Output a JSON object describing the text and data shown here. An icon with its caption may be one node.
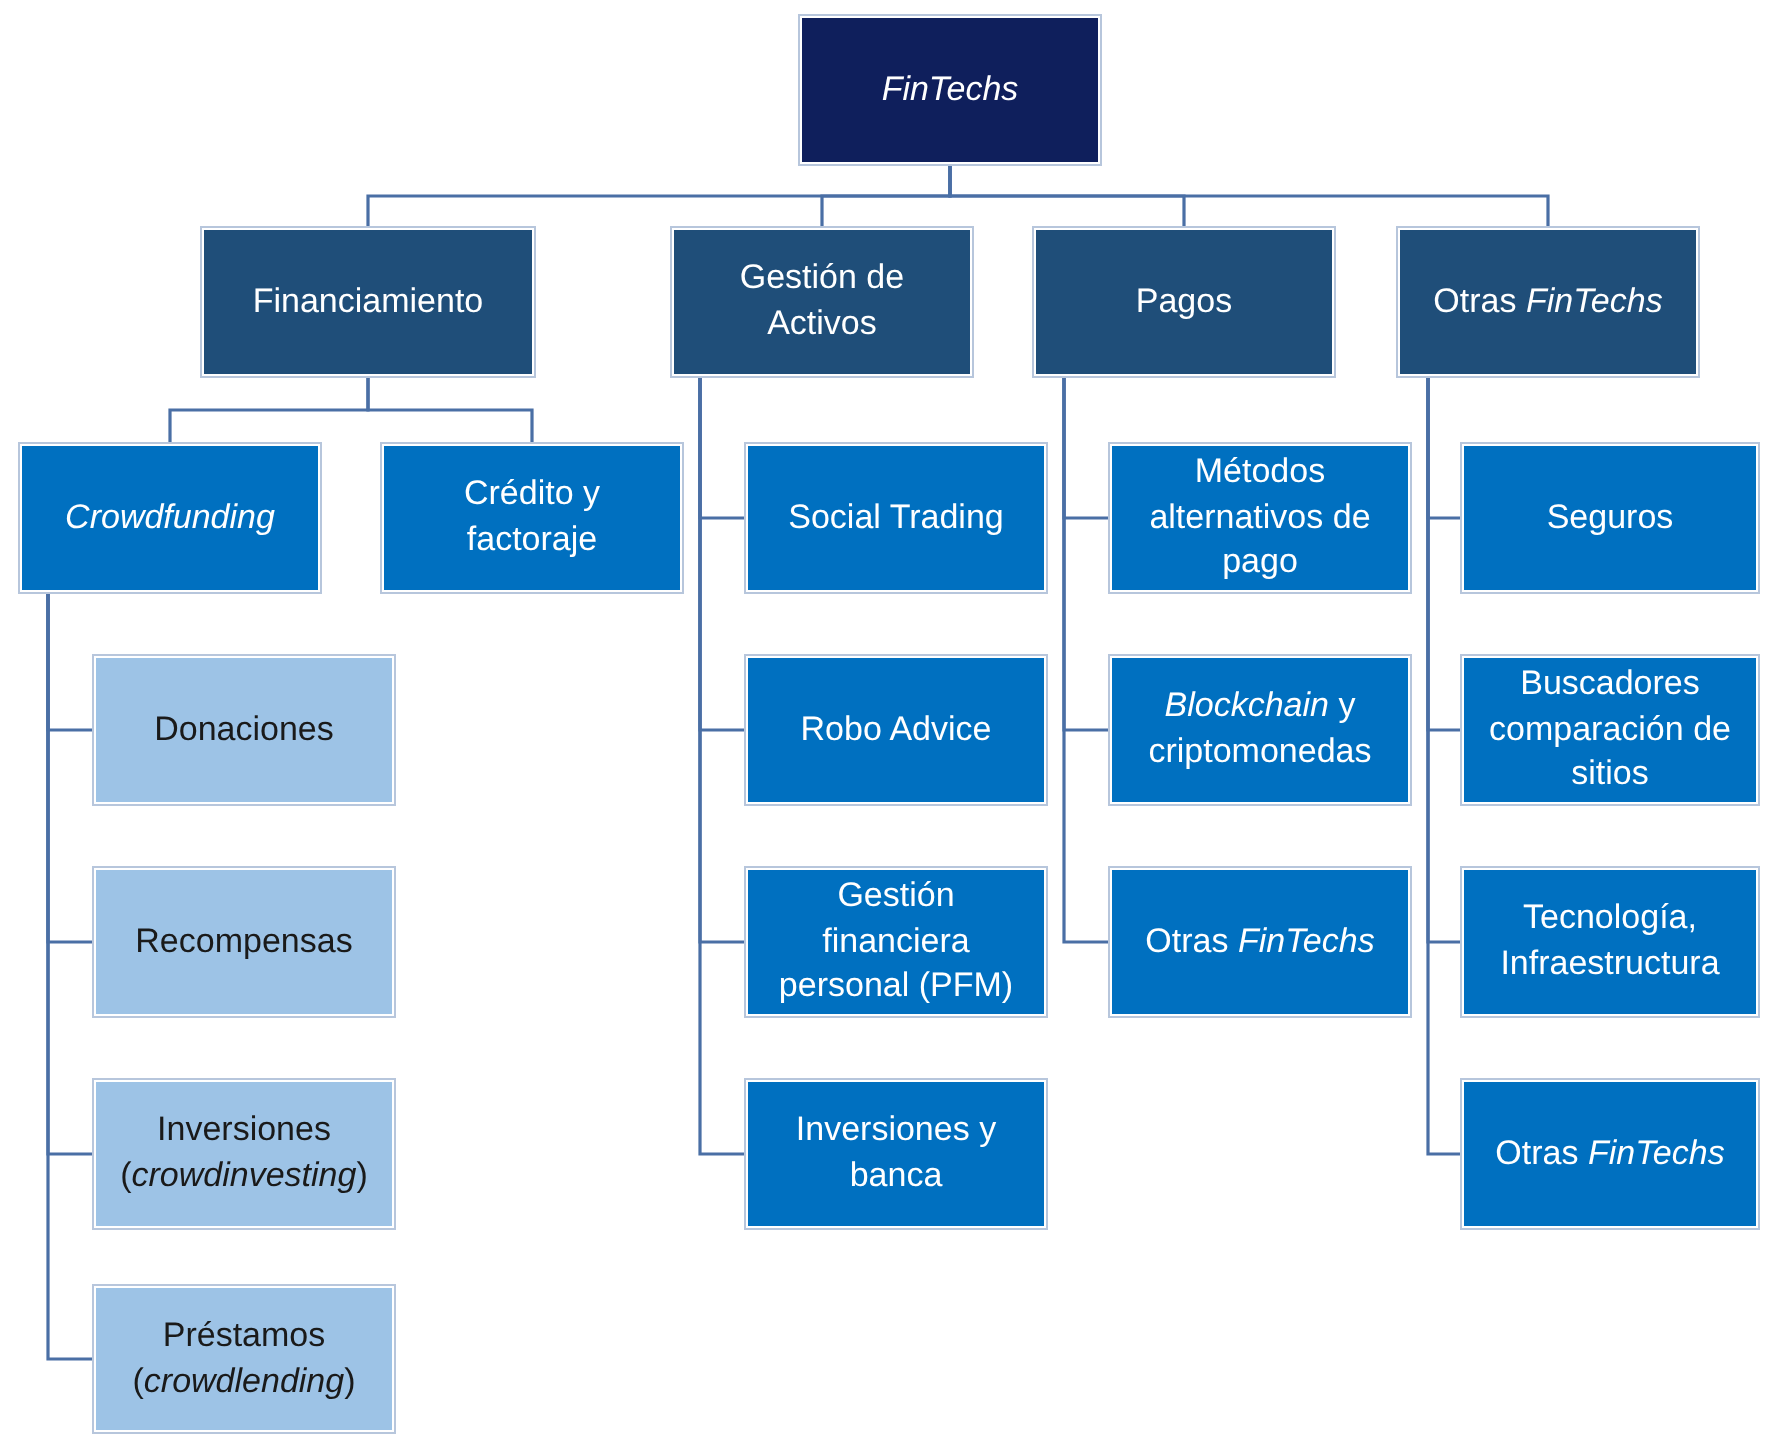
{
  "diagram": {
    "nodes": [
      {
        "text": [
          "FinTechs"
        ]
      },
      {
        "text": [
          "Financiamiento"
        ]
      },
      {
        "text": [
          "Gestión de Activos"
        ]
      },
      {
        "text": [
          "Pagos"
        ]
      },
      {
        "text": [
          "Otras *FinTechs*"
        ]
      },
      {
        "text": [
          "Crowdfunding"
        ]
      },
      {
        "text": [
          "Crédito y factoraje"
        ]
      },
      {
        "text": [
          "Social Trading"
        ]
      },
      {
        "text": [
          "Robo Advice"
        ]
      },
      {
        "text": [
          "Gestión financiera personal (PFM)"
        ]
      },
      {
        "text": [
          "Inversiones y banca"
        ]
      },
      {
        "text": [
          "Métodos alternativos de pago"
        ]
      },
      {
        "text": [
          "*Blockchain* y criptomonedas"
        ]
      },
      {
        "text": [
          "Otras *FinTechs*"
        ]
      },
      {
        "text": [
          "Seguros"
        ]
      },
      {
        "text": [
          "Buscadores comparación de sitios"
        ]
      },
      {
        "text": [
          "Tecnología, Infraestructura"
        ]
      },
      {
        "text": [
          "Otras *FinTechs*"
        ]
      },
      {
        "text": [
          "Donaciones"
        ]
      },
      {
        "text": [
          "Recompensas"
        ]
      },
      {
        "text": [
          "Inversiones (*crowdinvesting*)"
        ]
      },
      {
        "text": [
          "Préstamos (*crowdlending*)"
        ]
      }
    ],
    "edges": [
      {
        "from": 0,
        "to": 1,
        "arrow": "none"
      },
      {
        "from": 0,
        "to": 2,
        "arrow": "none"
      },
      {
        "from": 0,
        "to": 3,
        "arrow": "none"
      },
      {
        "from": 0,
        "to": 4,
        "arrow": "none"
      },
      {
        "from": 1,
        "to": 5,
        "arrow": "none"
      },
      {
        "from": 1,
        "to": 6,
        "arrow": "none"
      },
      {
        "from": 2,
        "to": 7,
        "arrow": "none"
      },
      {
        "from": 2,
        "to": 8,
        "arrow": "none"
      },
      {
        "from": 2,
        "to": 9,
        "arrow": "none"
      },
      {
        "from": 2,
        "to": 10,
        "arrow": "none"
      },
      {
        "from": 3,
        "to": 11,
        "arrow": "none"
      },
      {
        "from": 3,
        "to": 12,
        "arrow": "none"
      },
      {
        "from": 3,
        "to": 13,
        "arrow": "none"
      },
      {
        "from": 4,
        "to": 14,
        "arrow": "none"
      },
      {
        "from": 4,
        "to": 15,
        "arrow": "none"
      },
      {
        "from": 4,
        "to": 16,
        "arrow": "none"
      },
      {
        "from": 4,
        "to": 17,
        "arrow": "none"
      },
      {
        "from": 5,
        "to": 18,
        "arrow": "none"
      },
      {
        "from": 5,
        "to": 19,
        "arrow": "none"
      },
      {
        "from": 5,
        "to": 20,
        "arrow": "none"
      },
      {
        "from": 5,
        "to": 21,
        "arrow": "none"
      }
    ]
  }
}
